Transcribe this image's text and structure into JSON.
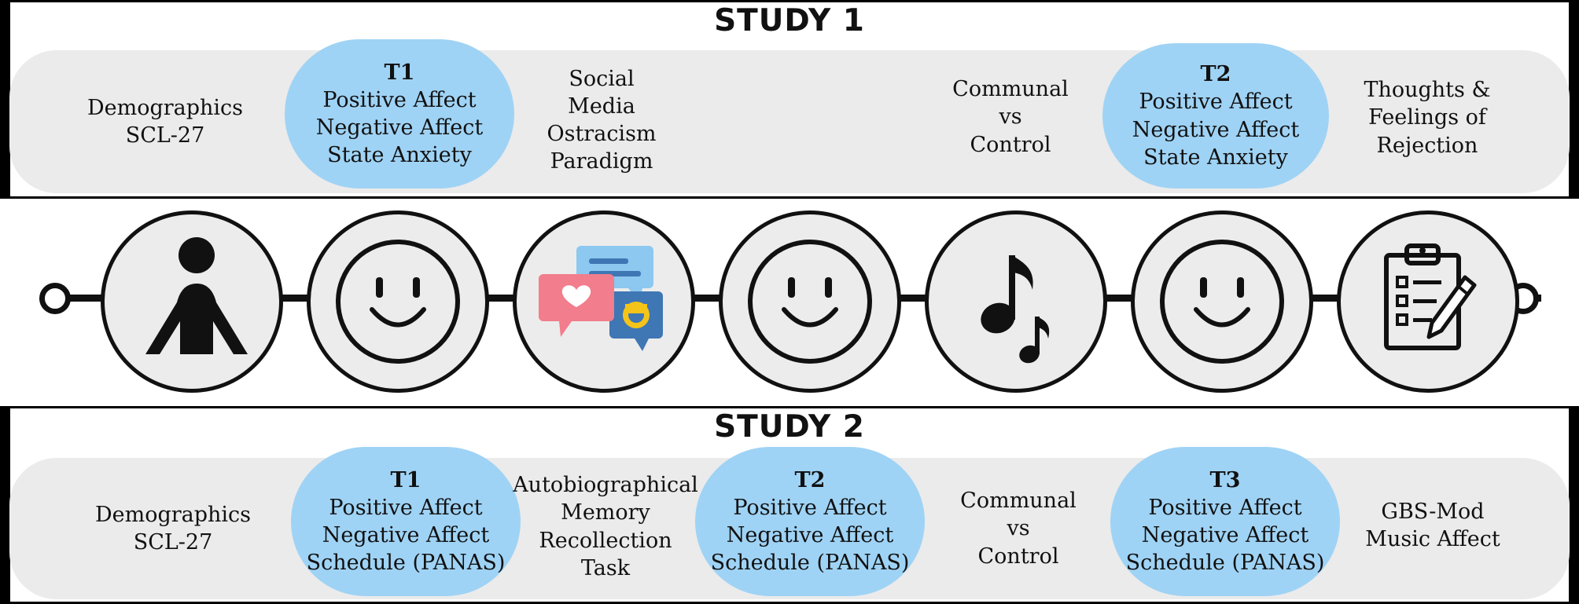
{
  "study1": {
    "title": "STUDY 1",
    "demographics": [
      "Demographics",
      "SCL-27"
    ],
    "t1": {
      "label": "T1",
      "lines": [
        "Positive Affect",
        "Negative Affect",
        "State Anxiety"
      ]
    },
    "paradigm": [
      "Social",
      "Media",
      "Ostracism",
      "Paradigm"
    ],
    "condition": [
      "Communal",
      "vs",
      "Control"
    ],
    "t2": {
      "label": "T2",
      "lines": [
        "Positive Affect",
        "Negative Affect",
        "State Anxiety"
      ]
    },
    "rejection": [
      "Thoughts &",
      "Feelings of",
      "Rejection"
    ]
  },
  "study2": {
    "title": "STUDY 2",
    "demographics": [
      "Demographics",
      "SCL-27"
    ],
    "t1": {
      "label": "T1",
      "lines": [
        "Positive Affect",
        "Negative Affect",
        "Schedule (PANAS)"
      ]
    },
    "memory": [
      "Autobiographical",
      "Memory",
      "Recollection",
      "Task"
    ],
    "t2": {
      "label": "T2",
      "lines": [
        "Positive Affect",
        "Negative Affect",
        "Schedule (PANAS)"
      ]
    },
    "condition": [
      "Communal",
      "vs",
      "Control"
    ],
    "t3": {
      "label": "T3",
      "lines": [
        "Positive Affect",
        "Negative Affect",
        "Schedule (PANAS)"
      ]
    },
    "gbs": [
      "GBS-Mod",
      "Music Affect"
    ]
  },
  "timeline": {
    "icons": [
      "person-icon",
      "smiley-icon",
      "chat-bubbles-icon",
      "smiley-icon",
      "music-note-icon",
      "smiley-icon",
      "clipboard-icon"
    ]
  },
  "colors": {
    "blob": "#9fd3f5",
    "band": "#ebebeb",
    "node_fill": "#ececec",
    "heart_bubble": "#f27d8c",
    "chat_blue": "#3f76b4",
    "chat_light": "#8cc8f0",
    "face_yellow": "#f5c418"
  }
}
